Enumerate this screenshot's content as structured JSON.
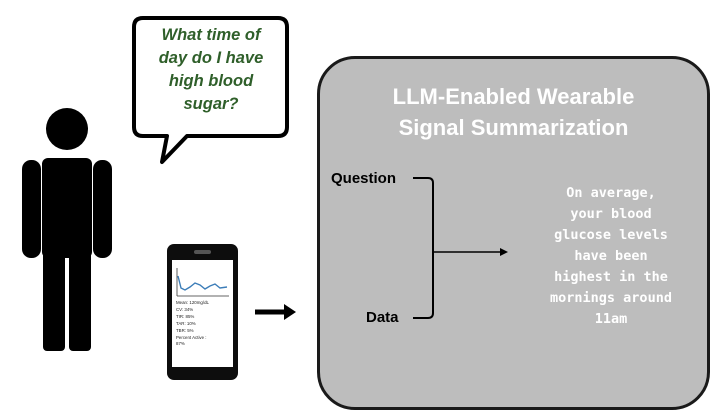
{
  "speech_bubble": {
    "lines": [
      "What time of",
      "day do I have",
      "high blood",
      "sugar?"
    ]
  },
  "phone": {
    "stats": [
      "Mean: 120mg/dL",
      "CV: 34%",
      "TIR: 85%",
      "TAR: 10%",
      "TBR: 5%",
      "Percent Active :",
      "87%"
    ]
  },
  "panel": {
    "title_lines": [
      "LLM-Enabled Wearable",
      "Signal Summarization"
    ],
    "question_label": "Question",
    "data_label": "Data",
    "answer_lines": [
      "On average,",
      "your blood",
      "glucose levels",
      "have been",
      "highest in the",
      "mornings around",
      "11am"
    ]
  },
  "colors": {
    "bubble_text": "#2f5f2a",
    "panel_fill": "#bdbdbd",
    "figure": "#000000"
  }
}
